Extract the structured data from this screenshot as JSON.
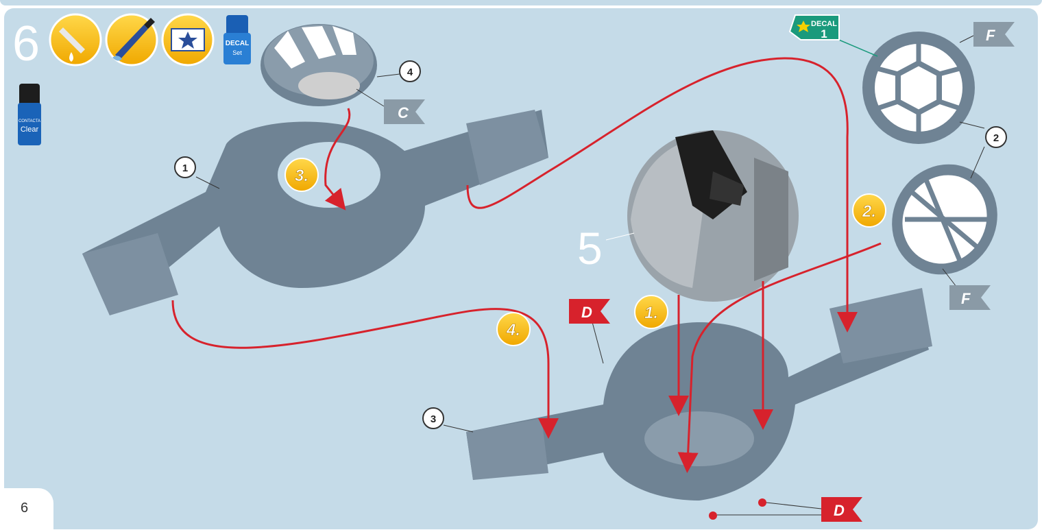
{
  "step": {
    "number": "6",
    "page_number": "6"
  },
  "tools": {
    "paint_bottle": {
      "icon": "decal-set-bottle-icon",
      "label_line1": "DECAL",
      "label_line2": "Set"
    },
    "clear_bottle": {
      "icon": "clear-varnish-bottle-icon",
      "label_line1": "CONTACTA",
      "label_line2": "Clear"
    }
  },
  "icons": [
    "glue-drop-icon",
    "paintbrush-icon",
    "decal-sheet-icon"
  ],
  "parts": {
    "callouts": [
      "1",
      "2",
      "3",
      "4",
      "5"
    ]
  },
  "order_badges": [
    "1.",
    "2.",
    "3.",
    "4."
  ],
  "paint_flags": {
    "c": "C",
    "f_top": "F",
    "f_bottom": "F",
    "d_left": "D",
    "d_bottom": "D"
  },
  "decal_tag": {
    "title": "DECAL",
    "number": "1"
  },
  "colors": {
    "background": "#c5dbe8",
    "part_gray": "#6f8394",
    "arrow_red": "#d7222c",
    "badge_yellow": "#f5b800",
    "flag_red": "#d7222c",
    "flag_gray": "#8a9aa6",
    "decal_green": "#1a9a7c"
  }
}
